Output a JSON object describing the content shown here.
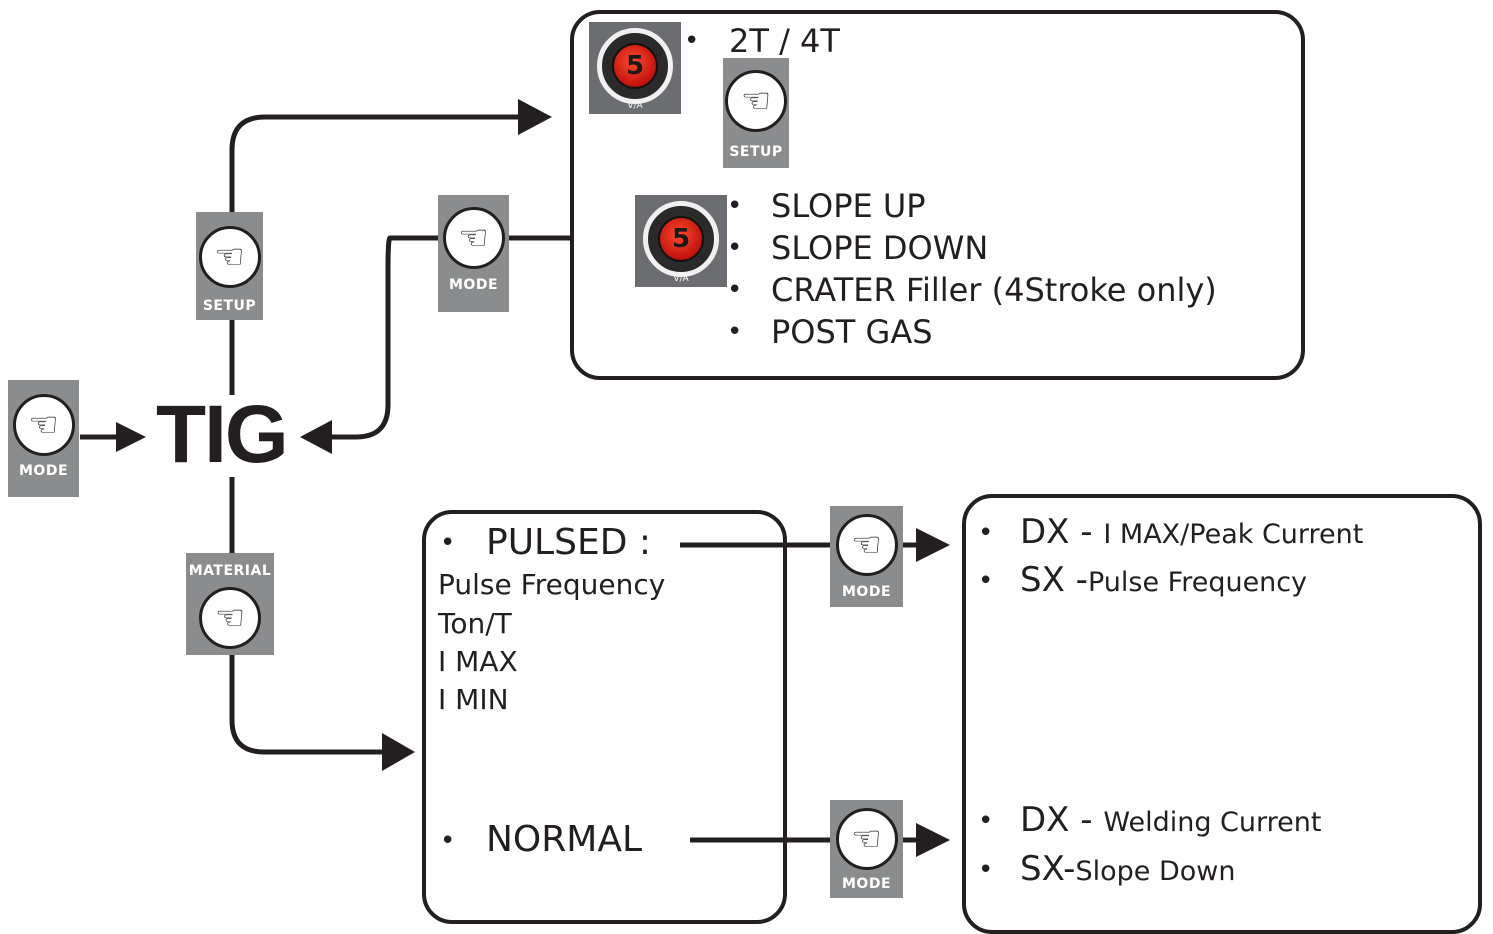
{
  "colors": {
    "line": "#231f20",
    "button_bg": "#8a8c8e",
    "knob_red": "#d2180f"
  },
  "main_label": "TIG",
  "buttons": {
    "mode_main": {
      "caption": "MODE",
      "icon": "pointing-hand-icon"
    },
    "setup_left": {
      "caption": "SETUP",
      "icon": "pointing-hand-icon"
    },
    "mode_upper": {
      "caption": "MODE",
      "icon": "pointing-hand-icon"
    },
    "setup_box": {
      "caption": "SETUP",
      "icon": "pointing-hand-icon"
    },
    "material": {
      "caption": "MATERIAL",
      "icon": "pointing-hand-icon"
    },
    "mode_pulsed": {
      "caption": "MODE",
      "icon": "pointing-hand-icon"
    },
    "mode_normal": {
      "caption": "MODE",
      "icon": "pointing-hand-icon"
    }
  },
  "knobs": {
    "value": "5",
    "unit": "V/A"
  },
  "upper_box": {
    "item_2t4t": "2T / 4T",
    "list": [
      "SLOPE UP",
      "SLOPE DOWN",
      "CRATER Filler (4Stroke only)",
      "POST GAS"
    ]
  },
  "middle_box": {
    "pulsed_title": "PULSED :",
    "pulsed_params": [
      "Pulse Frequency",
      "Ton/T",
      "I MAX",
      "I MIN"
    ],
    "normal_title": "NORMAL"
  },
  "right_box": {
    "pulsed_dx_key": "DX - ",
    "pulsed_dx_value": "I MAX/Peak Current",
    "pulsed_sx_key": "SX -",
    "pulsed_sx_value": "Pulse Frequency",
    "normal_dx_key": "DX - ",
    "normal_dx_value": "Welding Current",
    "normal_sx_key": "SX-",
    "normal_sx_value": "Slope Down"
  }
}
